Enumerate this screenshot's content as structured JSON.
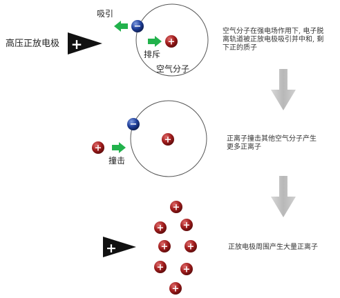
{
  "labels": {
    "electrode": "高压正放电极",
    "attract": "吸引",
    "repel": "排斥",
    "air_molecule": "空气分子",
    "collide": "撞击"
  },
  "symbols": {
    "plus": "+",
    "minus": "−"
  },
  "descriptions": {
    "step1": "空气分子在强电场作用下, 电子脱\n离轨道被正放电极吸引并中和, 剩\n下正的质子",
    "step2": "正离子撞击其他空气分子产生\n更多正离子",
    "step3": "正放电极周围产生大量正离子"
  },
  "colors": {
    "electron": "#1f3f9a",
    "proton": "#a01c1c",
    "arrow_green": "#22b24c",
    "process_arrow": "#c4c4c4",
    "electrode": "#111111"
  }
}
